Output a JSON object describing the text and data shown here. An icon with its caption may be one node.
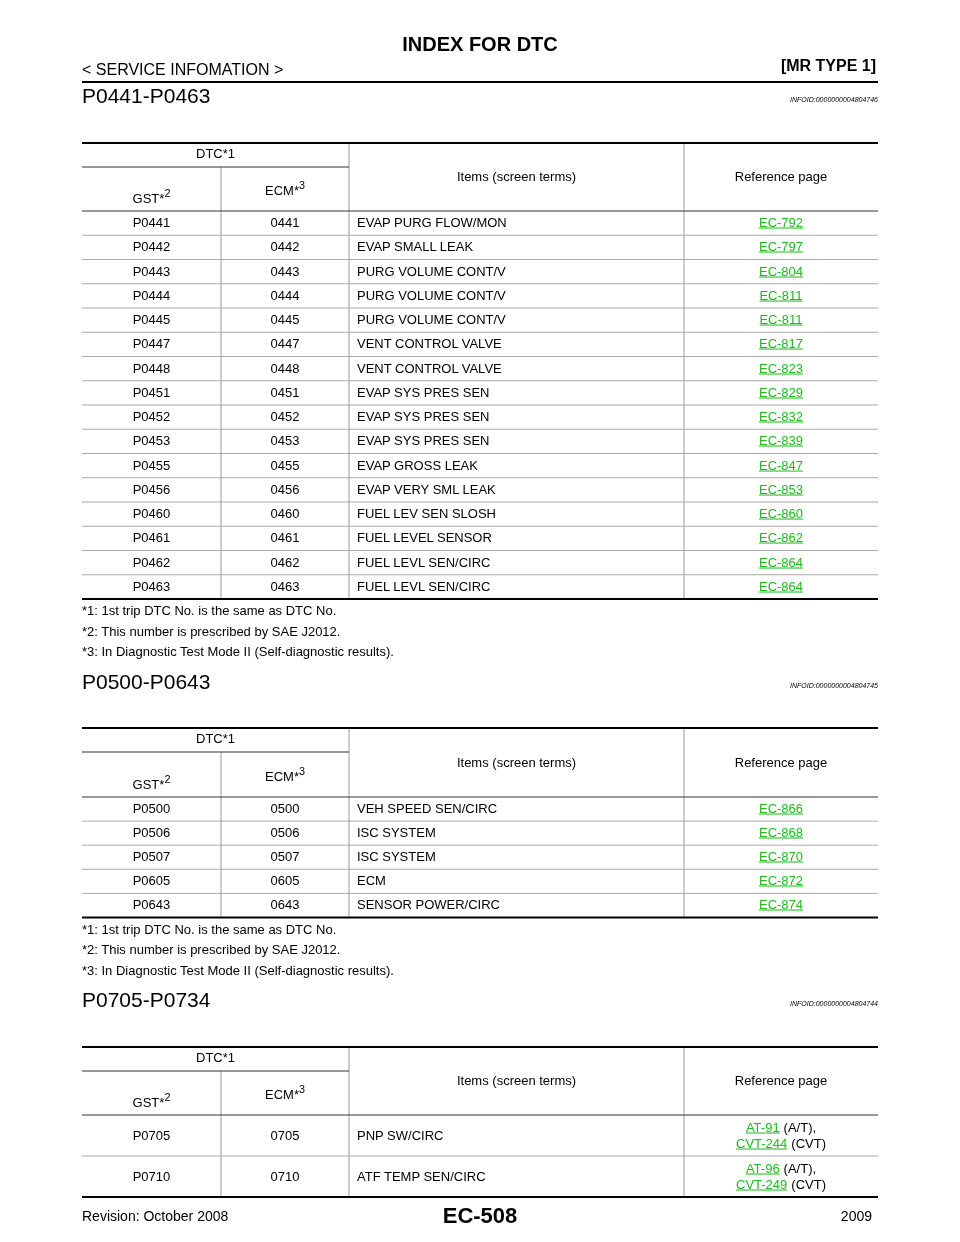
{
  "diagram": {
    "title": "INDEX FOR DTC",
    "labels": [
      "< SERVICE INFOMATION >",
      "[MR TYPE 1]",
      "P0441-P0463",
      "INFOID:0000000004804746",
      "DTC*1",
      "Items (screen terms)",
      "Reference page",
      "GST*$^{2}$",
      "ECM*$^{3}$",
      "P0441",
      "0441",
      "EVAP PURG FLOW/MON",
      "EC-792",
      "P0442",
      "0442",
      "EVAP SMALL LEAK",
      "EC-797",
      "P0443",
      "0443",
      "PURG VOLUME CONT/V",
      "EC-804",
      "P0444",
      "0444",
      "PURG VOLUME CONT/V",
      "EC-811",
      "P0445",
      "0445",
      "PURG VOLUME CONT/V",
      "EC-811",
      "P0447",
      "0447",
      "VENT CONTROL VALVE",
      "EC-817",
      "P0448",
      "0448",
      "VENT CONTROL VALVE",
      "EC-823",
      "P0451",
      "0451",
      "EVAP SYS PRES SEN",
      "EC-829",
      "P0452",
      "0452",
      "EVAP SYS PRES SEN",
      "EC-832",
      "P0453",
      "0453",
      "EVAP SYS PRES SEN",
      "EC-839",
      "P0455",
      "0455",
      "EVAP GROSS LEAK",
      "EC-847",
      "P0456",
      "0456",
      "EVAP VERY SML LEAK",
      "EC-853",
      "P0460",
      "0460",
      "FUEL LEV SEN SLOSH",
      "EC-860",
      "P0461",
      "0461",
      "FUEL LEVEL SENSOR",
      "EC-862",
      "P0462",
      "0462",
      "FUEL LEVL SEN/CIRC",
      "EC-864",
      "P0463",
      "0463",
      "FUEL LEVL SEN/CIRC",
      "EC-864",
      "*1: 1st trip DTC No. is the same as DTC No.",
      "*2: This number is prescribed by SAE J2012.",
      "*3: In Diagnostic Test Mode II (Self-diagnostic results).",
      "P0500-P0643",
      "INFOID:0000000004804745",
      "DTC*1",
      "Items (screen terms)",
      "Reference page",
      "GST*$^{2}$",
      "ECM*$^{3}$",
      "P0500",
      "0500",
      "VEH SPEED SEN/CIRC",
      "EC-866",
      "P0506",
      "0506",
      "ISC SYSTEM",
      "EC-868",
      "P0507",
      "0507",
      "ISC SYSTEM",
      "EC-870",
      "P0605",
      "0605",
      "ECM",
      "EC-872",
      "P0643",
      "0643",
      "SENSOR POWER/CIRC",
      "EC-874",
      "*1: 1st trip DTC No. is the same as DTC No.",
      "*2: This number is prescribed by SAE J2012.",
      "*3: In Diagnostic Test Mode II (Self-diagnostic results).",
      "P0705-P0734",
      "INFOID:0000000004804744",
      "DTC*1",
      "Items (screen terms)",
      "Reference page",
      "GST*$^{2}$",
      "ECM*$^{3}$",
      "P0705",
      "0705",
      "PNP SW/CIRC",
      "AT-91",
      "(A/T),",
      "CVT-244",
      "(CVT)",
      "P0710",
      "0710",
      "ATF TEMP SEN/CIRC",
      "AT-96",
      "(A/T),",
      "CVT-249",
      "(CVT)",
      "Revision: October 2008",
      "EC-508",
      "2009"
    ]
  }
}
